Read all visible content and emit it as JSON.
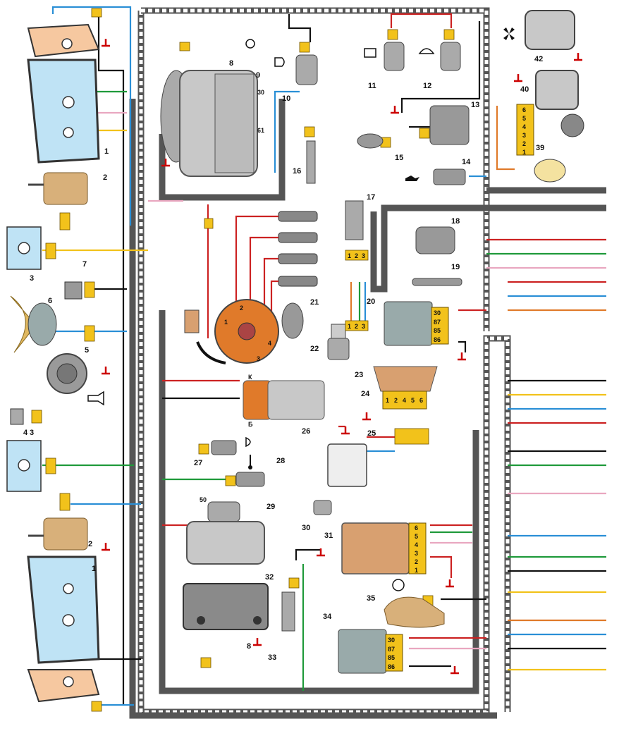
{
  "diagram": {
    "component_labels": [
      "1",
      "2",
      "3",
      "4",
      "5",
      "6",
      "7",
      "8",
      "9",
      "10",
      "11",
      "12",
      "13",
      "14",
      "15",
      "16",
      "17",
      "18",
      "19",
      "20",
      "21",
      "22",
      "23",
      "24",
      "25",
      "26",
      "27",
      "28",
      "29",
      "30",
      "31",
      "32",
      "33",
      "34",
      "35",
      "39",
      "40",
      "42"
    ],
    "alternator_terminals": [
      "30",
      "61"
    ],
    "distributor_leads": [
      "1",
      "2",
      "3",
      "4"
    ],
    "coil_terminals": [
      "К",
      "Б"
    ],
    "starter_terminal": "50",
    "relay_pins": [
      "30",
      "87",
      "85",
      "86"
    ],
    "sensor_17_pins": [
      "1",
      "2",
      "3"
    ],
    "sensor_23_pins": [
      "1",
      "2",
      "3"
    ],
    "module_24_pins": [
      "1",
      "2",
      "4",
      "5",
      "6"
    ],
    "relay_31_pins": [
      "6",
      "5",
      "4",
      "3",
      "2",
      "1"
    ],
    "motor_40_pins": [
      "6",
      "5",
      "4",
      "3",
      "2",
      "1"
    ]
  },
  "colors": {
    "harness": "#555555",
    "red": "#cc2222",
    "black": "#111111",
    "blue": "#2a8fd6",
    "green": "#1f9a3a",
    "yellow": "#f2c21b",
    "pink": "#e9a7c0",
    "orange": "#e07a2a",
    "connector": "#f2c21b",
    "lamp_glass": "#bfe3f5",
    "housing": "#f6c8a0",
    "ground": "#cc0000"
  },
  "icons": [
    "fan-icon",
    "wiper-icon",
    "washer-icon",
    "oil-can-icon",
    "headlamp-icon",
    "thermometer-icon",
    "horn-icon",
    "low-beam-icon",
    "brake-icon",
    "lamp-icon"
  ]
}
